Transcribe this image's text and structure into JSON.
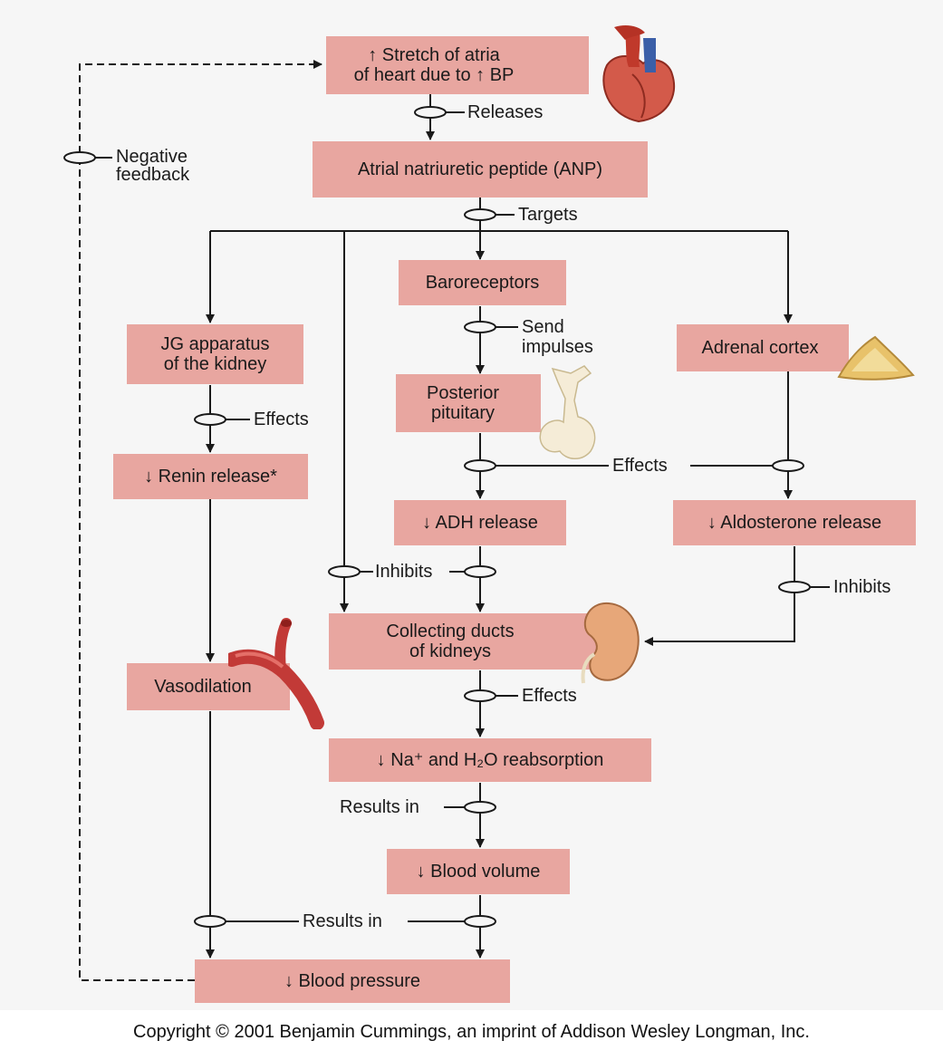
{
  "boxes": {
    "stretch": "↑ Stretch of atria\nof heart due to ↑ BP",
    "anp": "Atrial natriuretic peptide (ANP)",
    "baroreceptors": "Baroreceptors",
    "jg": "JG apparatus\nof the kidney",
    "adrenal": "Adrenal cortex",
    "posterior": "Posterior\npituitary",
    "renin": "↓ Renin release*",
    "adh": "↓ ADH release",
    "aldosterone": "↓ Aldosterone release",
    "collecting": "Collecting ducts\nof kidneys",
    "vasodilation": "Vasodilation",
    "na_h2o": "↓ Na⁺ and H₂O reabsorption",
    "blood_volume": "↓ Blood volume",
    "blood_pressure": "↓ Blood pressure"
  },
  "labels": {
    "releases": "Releases",
    "negative_feedback": "Negative\nfeedback",
    "targets": "Targets",
    "send_impulses": "Send\nimpulses",
    "effects_jg": "Effects",
    "effects_mid": "Effects",
    "inhibits_mid": "Inhibits",
    "inhibits_right": "Inhibits",
    "effects_cd": "Effects",
    "results_in_1": "Results in",
    "results_in_2": "Results in"
  },
  "icons": [
    "heart-icon",
    "pituitary-gland-icon",
    "adrenal-gland-icon",
    "kidney-icon",
    "blood-vessel-icon"
  ],
  "colors": {
    "box": "#e8a6a0",
    "line": "#1a1a1a",
    "heart": "#c0392b",
    "gland": "#f3e6c9"
  },
  "copyright": "Copyright © 2001 Benjamin Cummings, an imprint of Addison Wesley Longman, Inc."
}
